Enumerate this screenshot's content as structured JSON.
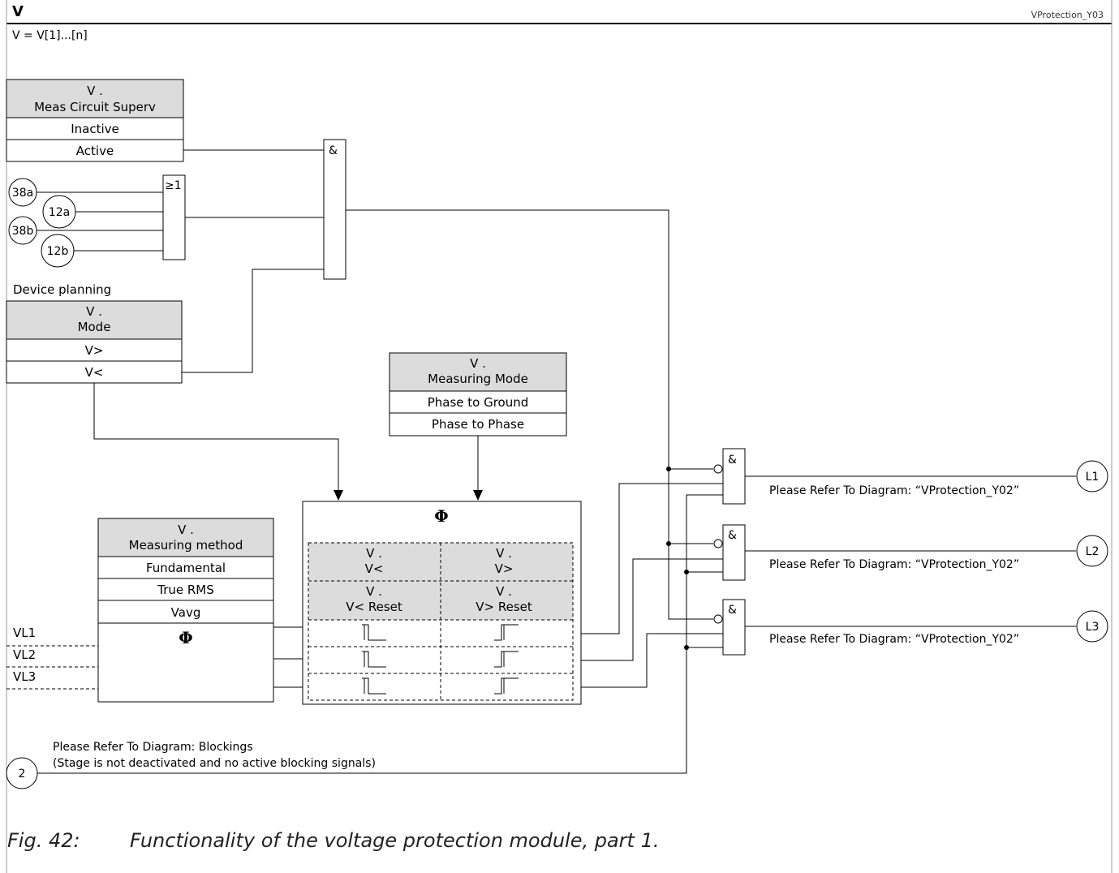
{
  "header": {
    "title": "V",
    "diagram_id": "VProtection_Y03",
    "subtitle": "V = V[1]...[n]"
  },
  "meas_circuit_superv": {
    "title_line1": "V .",
    "title_line2": "Meas Circuit Superv",
    "options": [
      "Inactive",
      "Active"
    ]
  },
  "or_inputs": [
    "38a",
    "12a",
    "38b",
    "12b"
  ],
  "gates": {
    "and_symbol": "&",
    "or_symbol": "≥1"
  },
  "device_planning": {
    "label": "Device planning",
    "title_line1": "V .",
    "title_line2": "Mode",
    "options": [
      "V>",
      "V<"
    ]
  },
  "measuring_mode": {
    "title_line1": "V .",
    "title_line2": "Measuring Mode",
    "options": [
      "Phase to Ground",
      "Phase to Phase"
    ]
  },
  "measuring_method": {
    "title_line1": "V .",
    "title_line2": "Measuring method",
    "options": [
      "Fundamental",
      "True RMS",
      "Vavg"
    ],
    "phi": "Φ"
  },
  "phase_inputs": [
    "VL1",
    "VL2",
    "VL3"
  ],
  "threshold_block": {
    "phi": "Φ",
    "col1_line1": "V .",
    "col1_line2": "V<",
    "col2_line1": "V .",
    "col2_line2": "V>",
    "col1_reset_line1": "V .",
    "col1_reset_line2": "V< Reset",
    "col2_reset_line1": "V .",
    "col2_reset_line2": "V> Reset"
  },
  "outputs": [
    {
      "label": "L1",
      "text": "Please Refer To Diagram: “VProtection_Y02”"
    },
    {
      "label": "L2",
      "text": "Please Refer To Diagram: “VProtection_Y02”"
    },
    {
      "label": "L3",
      "text": "Please Refer To Diagram: “VProtection_Y02”"
    }
  ],
  "blocking": {
    "label": "2",
    "line1": "Please Refer To Diagram: Blockings",
    "line2": "(Stage is not deactivated and no active blocking signals)"
  },
  "caption": {
    "fig": "Fig. 42:",
    "text": "Functionality of the voltage protection module, part 1."
  }
}
